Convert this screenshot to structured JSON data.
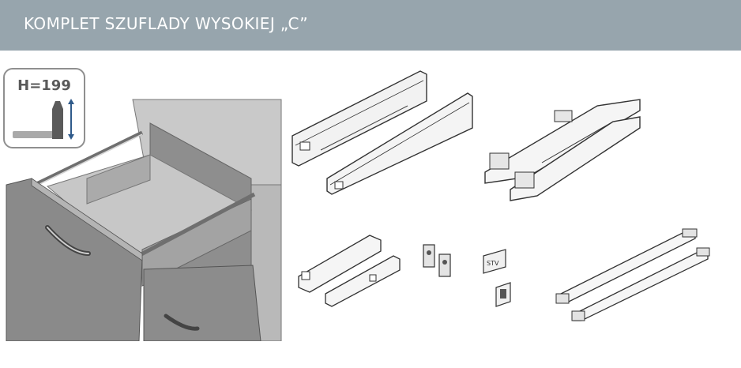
{
  "header": {
    "title": "KOMPLET SZUFLADY WYSOKIEJ „C”",
    "background": "#97a5ad"
  },
  "badge": {
    "label": "H=199",
    "arrow_color": "#2f5a8a"
  },
  "parts": {
    "stv_label": "STV"
  },
  "icons": [
    "height-arrow-icon",
    "drawer-side-icon"
  ]
}
